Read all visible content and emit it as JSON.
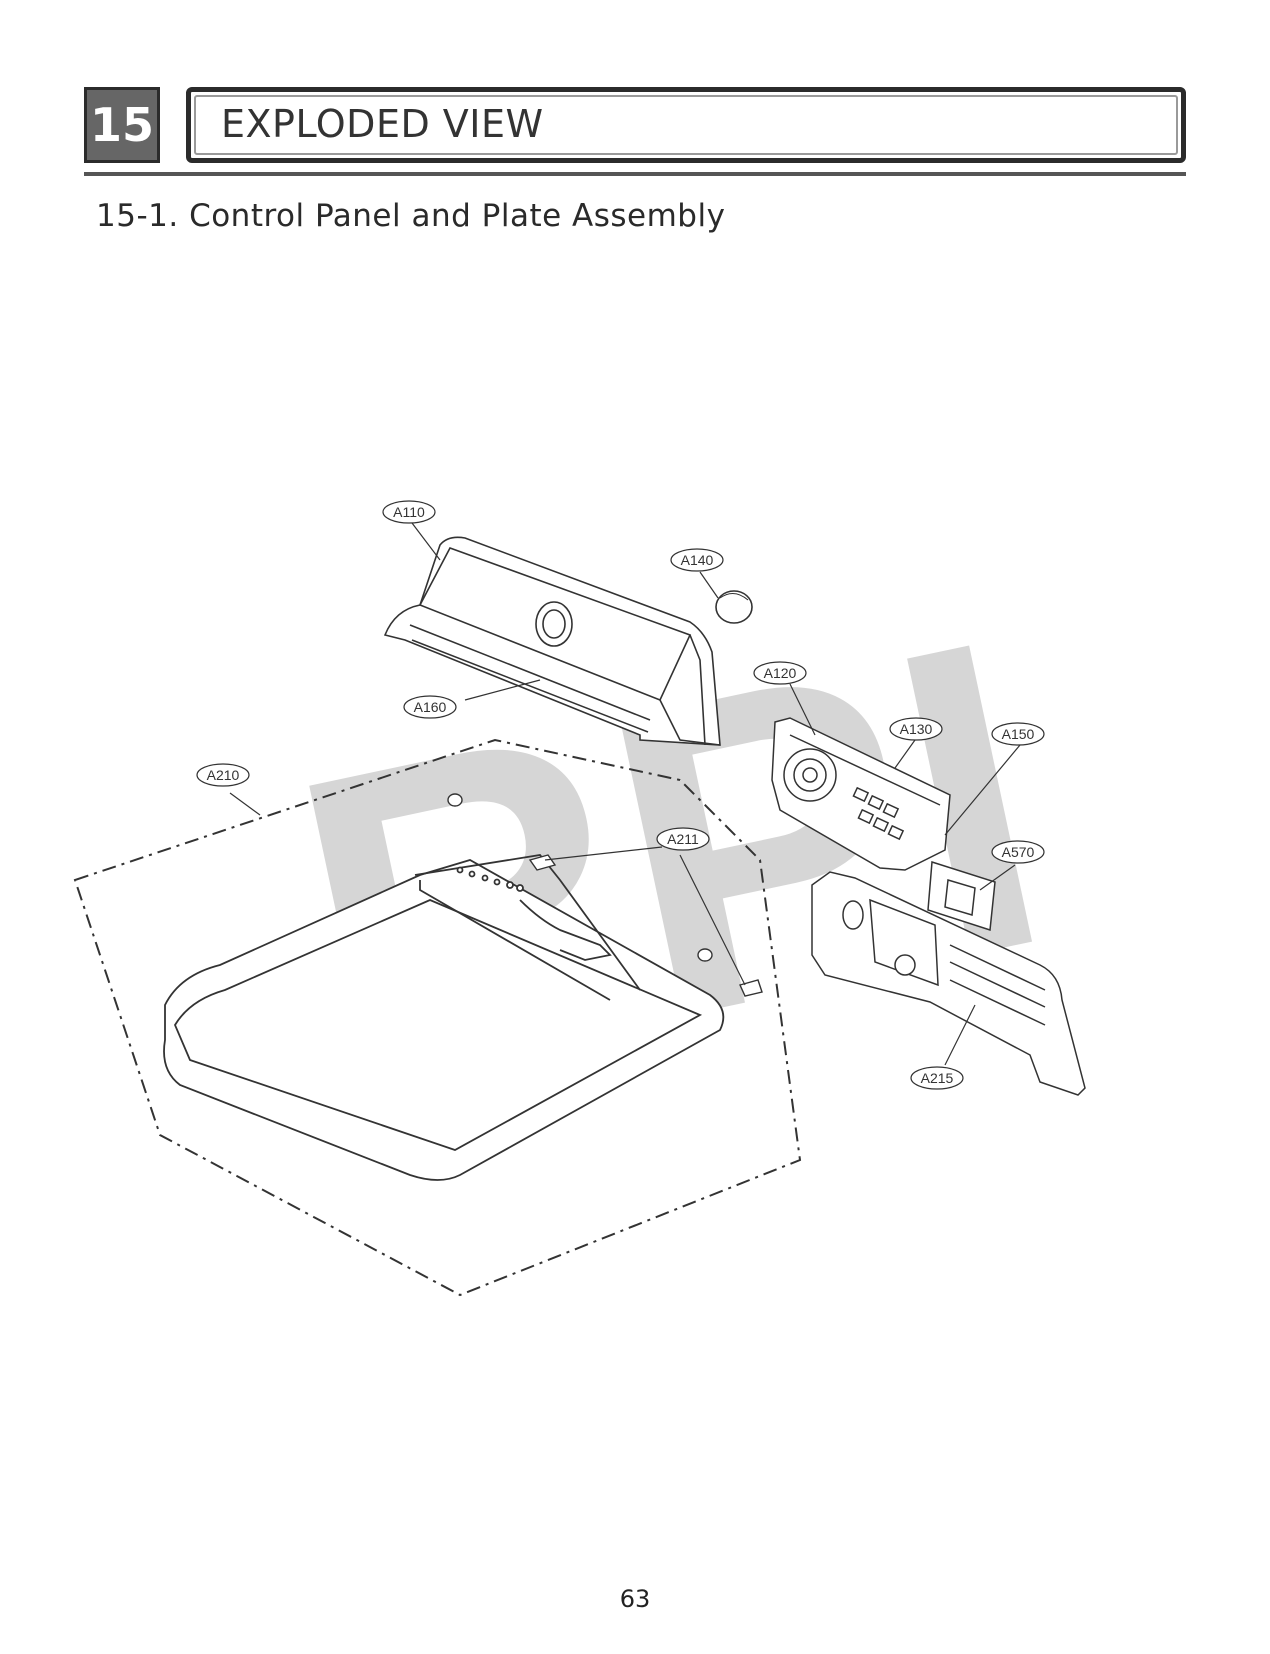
{
  "header": {
    "section_number": "15",
    "title": "EXPLODED VIEW"
  },
  "subtitle": "15-1. Control Panel and Plate Assembly",
  "watermark": "RPI",
  "callouts": {
    "a110": "A110",
    "a140": "A140",
    "a120": "A120",
    "a160": "A160",
    "a130": "A130",
    "a150": "A150",
    "a210": "A210",
    "a211": "A211",
    "a570": "A570",
    "a215": "A215"
  },
  "page_number": "63",
  "colors": {
    "line": "#333333",
    "watermark": "#d6d6d6",
    "header_box": "#666666"
  }
}
